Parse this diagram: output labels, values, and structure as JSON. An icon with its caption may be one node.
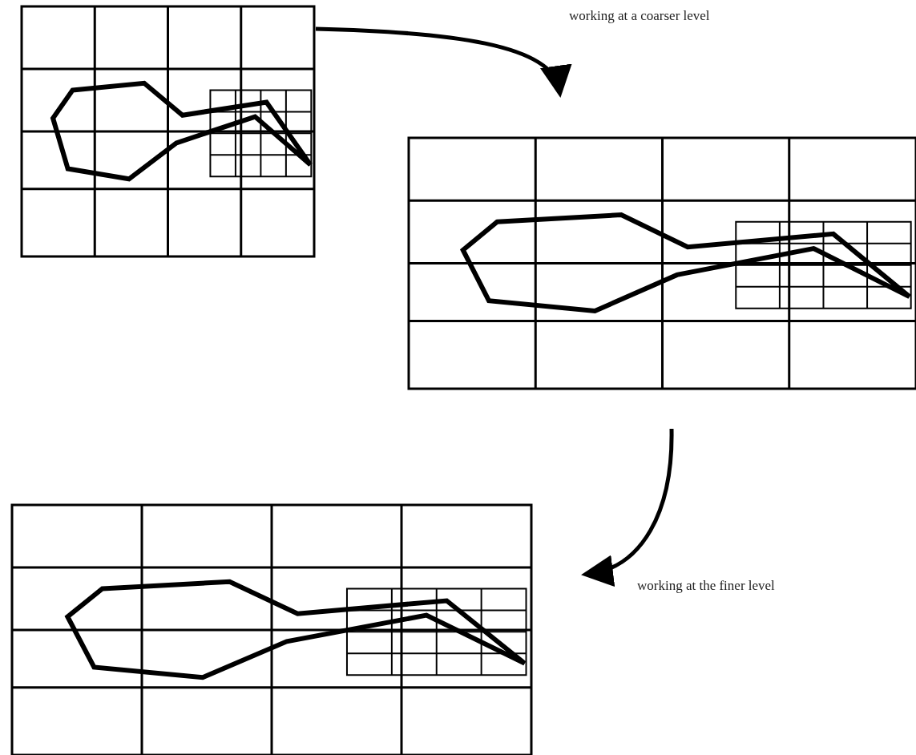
{
  "diagram": {
    "nodes": [
      {
        "text": [],
        "shape": "picture"
      },
      {
        "text": [],
        "shape": "picture"
      },
      {
        "text": [],
        "shape": "picture"
      }
    ],
    "edges": [
      {
        "from": 0,
        "to": 1,
        "arrow": "to",
        "label": "working at a coarser level"
      },
      {
        "from": 1,
        "to": 2,
        "arrow": "to",
        "label": "working at the finer level"
      }
    ]
  }
}
